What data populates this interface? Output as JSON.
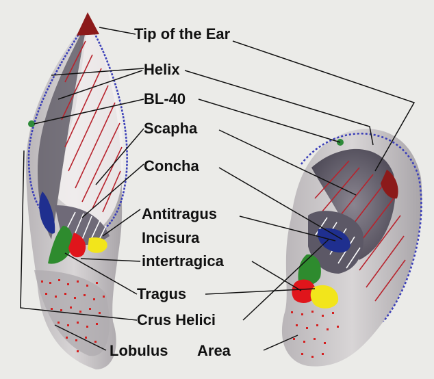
{
  "labels": {
    "tip_of_ear": "Tip of the Ear",
    "helix": "Helix",
    "bl40": "BL-40",
    "scapha": "Scapha",
    "concha": "Concha",
    "antitragus": "Antitragus",
    "incisura_line1": "Incisura",
    "incisura_line2": "intertragica",
    "tragus": "Tragus",
    "crus_helici": "Crus Helici",
    "lobulus": "Lobulus",
    "area": "Area"
  },
  "colors": {
    "background": "#ebebe8",
    "skin_shadow": "#6e6a72",
    "skin_light": "#c9c6c8",
    "tip": "#8c1a1a",
    "helix_outline": "#3b3fb8",
    "bl40_point": "#2e8b3a",
    "scapha_hatch": "#b8232d",
    "concha_hatch": "#ffffff",
    "antitragus": "#1f2f8f",
    "tragus_green": "#2e8b2e",
    "tragus_red": "#e0151b",
    "tragus_yellow": "#f2e51b",
    "lobulus_dots": "#d42020",
    "leader_line": "#111111"
  }
}
